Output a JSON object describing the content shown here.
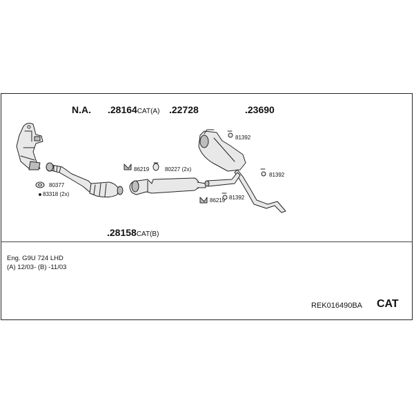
{
  "header": {
    "na": "N.A.",
    "p1_num": ".28164",
    "p1_sfx": "CAT(A)",
    "p2_num": ".22728",
    "p3_num": ".23690",
    "p4_num": ".28158",
    "p4_sfx": "CAT(B)"
  },
  "small_parts": {
    "r80377": "80377",
    "r83318": "83318 (2x)",
    "r86219a": "86219",
    "r80227": "80227 (2x)",
    "r81392a": "81392",
    "r81392b": "81392",
    "r81392c": "81392",
    "r86219b": "86219"
  },
  "footer": {
    "engine": "Eng. G9U 724   LHD",
    "dates": "(A) 12/03- (B) -11/03",
    "ref": "REK016490BA",
    "badge": "CAT"
  },
  "colors": {
    "line": "#222222",
    "part_fill": "#e8e8e8",
    "part_shade": "#bdbdbd"
  }
}
